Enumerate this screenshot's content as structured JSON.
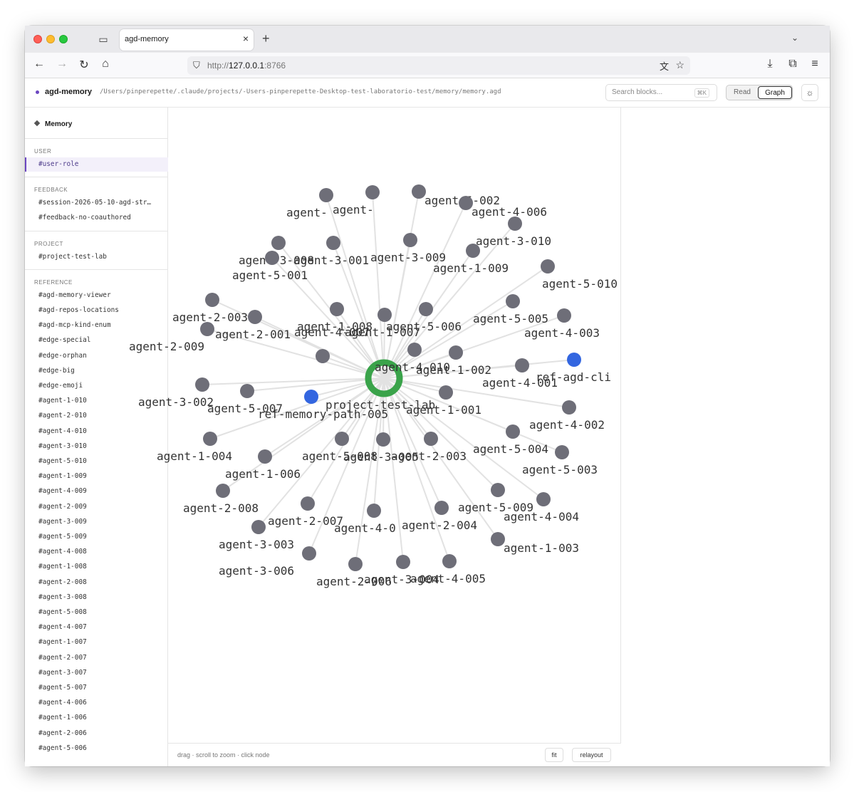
{
  "browser": {
    "tab_title": "agd-memory",
    "url_prefix": "http://",
    "url_host": "127.0.0.1",
    "url_port": ":8766"
  },
  "app": {
    "name": "agd-memory",
    "path": "/Users/pinperepette/.claude/projects/-Users-pinperepette-Desktop-test-laboratorio-test/memory/memory.agd",
    "search_placeholder": "Search blocks...",
    "search_shortcut": "⌘K",
    "mode_read": "Read",
    "mode_graph": "Graph",
    "accent_color": "#6b46c1"
  },
  "sidebar": {
    "title": "Memory",
    "sections": [
      {
        "name": "USER",
        "items": [
          "#user-role"
        ]
      },
      {
        "name": "FEEDBACK",
        "items": [
          "#session-2026-05-10-agd-str…",
          "#feedback-no-coauthored"
        ]
      },
      {
        "name": "PROJECT",
        "items": [
          "#project-test-lab"
        ]
      },
      {
        "name": "REFERENCE",
        "items": [
          "#agd-memory-viewer",
          "#agd-repos-locations",
          "#agd-mcp-kind-enum",
          "#edge-special",
          "#edge-orphan",
          "#edge-big",
          "#edge-emoji",
          "#agent-1-010",
          "#agent-2-010",
          "#agent-4-010",
          "#agent-3-010",
          "#agent-5-010",
          "#agent-1-009",
          "#agent-4-009",
          "#agent-2-009",
          "#agent-3-009",
          "#agent-5-009",
          "#agent-4-008",
          "#agent-1-008",
          "#agent-2-008",
          "#agent-3-008",
          "#agent-5-008",
          "#agent-4-007",
          "#agent-1-007",
          "#agent-2-007",
          "#agent-3-007",
          "#agent-5-007",
          "#agent-4-006",
          "#agent-1-006",
          "#agent-2-006",
          "#agent-5-006"
        ]
      }
    ],
    "active_item": "#user-role"
  },
  "graph": {
    "hint": "drag · scroll to zoom · click node",
    "fit_label": "fit",
    "relayout_label": "relayout",
    "node_color": "#6e6e78",
    "ref_node_color": "#3366e0",
    "hub_color": "#3aa34a",
    "edge_color": "#e2e2e2",
    "hub_label": "project-test-lab",
    "nodes": [
      {
        "label": "agent-5-002",
        "kind": "agent"
      },
      {
        "label": "agent-4-006",
        "kind": "agent"
      },
      {
        "label": "agent-3-010",
        "kind": "agent"
      },
      {
        "label": "agent-5-010",
        "kind": "agent"
      },
      {
        "label": "agent-4-003",
        "kind": "agent"
      },
      {
        "label": "ref-agd-cli",
        "kind": "ref"
      },
      {
        "label": "agent-4-002",
        "kind": "agent"
      },
      {
        "label": "agent-5-003",
        "kind": "agent"
      },
      {
        "label": "agent-4-004",
        "kind": "agent"
      },
      {
        "label": "agent-1-003",
        "kind": "agent"
      },
      {
        "label": "agent-4-005",
        "kind": "agent"
      },
      {
        "label": "agent-3-004",
        "kind": "agent"
      },
      {
        "label": "agent-2-006",
        "kind": "agent"
      },
      {
        "label": "agent-3-006",
        "kind": "agent"
      },
      {
        "label": "agent-3-003",
        "kind": "agent"
      },
      {
        "label": "agent-2-008",
        "kind": "agent"
      },
      {
        "label": "agent-1-004",
        "kind": "agent"
      },
      {
        "label": "agent-3-002",
        "kind": "agent"
      },
      {
        "label": "agent-2-009",
        "kind": "agent"
      },
      {
        "label": "agent-2-003",
        "kind": "agent"
      },
      {
        "label": "agent-3-008",
        "kind": "agent"
      },
      {
        "label": "agent-",
        "kind": "agent"
      },
      {
        "label": "agent-",
        "kind": "agent"
      },
      {
        "label": "agent-3-009",
        "kind": "agent"
      },
      {
        "label": "agent-1-009",
        "kind": "agent"
      },
      {
        "label": "agent-5-005",
        "kind": "agent"
      },
      {
        "label": "agent-1-001",
        "kind": "agent"
      },
      {
        "label": "agent-5-004",
        "kind": "agent"
      },
      {
        "label": "agent-5-009",
        "kind": "agent"
      },
      {
        "label": "agent-2-004",
        "kind": "agent"
      },
      {
        "label": "agent-4-0",
        "kind": "agent"
      },
      {
        "label": "agent-2-007",
        "kind": "agent"
      },
      {
        "label": "agent-1-006",
        "kind": "agent"
      },
      {
        "label": "agent-5-007",
        "kind": "agent"
      },
      {
        "label": "agent-2-001",
        "kind": "agent"
      },
      {
        "label": "agent-5-001",
        "kind": "agent"
      },
      {
        "label": "agent-3-001",
        "kind": "agent"
      },
      {
        "label": "agent-5-006",
        "kind": "agent"
      },
      {
        "label": "agent-1-002",
        "kind": "agent"
      },
      {
        "label": "agent-2-003",
        "kind": "agent"
      },
      {
        "label": "agent-3-005",
        "kind": "agent"
      },
      {
        "label": "agent-5-008",
        "kind": "agent"
      },
      {
        "label": "ref-memory-path-005",
        "kind": "ref"
      },
      {
        "label": "agent-4-007",
        "kind": "agent"
      },
      {
        "label": "agent-1-008",
        "kind": "agent"
      },
      {
        "label": "agent-1-007",
        "kind": "agent"
      },
      {
        "label": "agent-4-010",
        "kind": "agent"
      },
      {
        "label": "agent-4-001",
        "kind": "agent"
      }
    ]
  }
}
